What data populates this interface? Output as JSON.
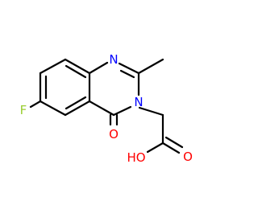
{
  "atoms": {
    "fluorine": "F",
    "ring_nitrogen": "N",
    "amide_nitrogen": "N",
    "carbonyl_oxygen": "O",
    "hydroxyl_group": "HO",
    "acid_oxygen": "O"
  },
  "colors": {
    "bond": "#000000",
    "fluorine": "#9ACD32",
    "nitrogen": "#0000FF",
    "oxygen": "#FF0000",
    "background": "#FFFFFF"
  }
}
